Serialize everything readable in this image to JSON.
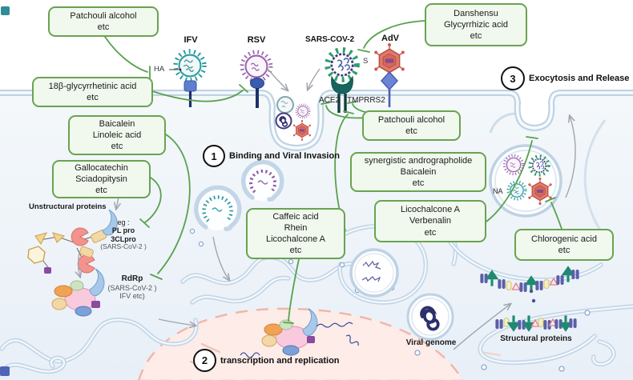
{
  "figure": {
    "description": "Viral life cycle diagram with natural-compound inhibitors"
  },
  "colors": {
    "inhibitor_green": "#58a14e",
    "box_border": "#69a351",
    "box_fill": "#f1f8ee",
    "membrane": "#bfd3e4",
    "cytoplasm": "#edf3f9",
    "nucleus_fill": "#fdece8",
    "nucleus_border": "#f1b5a7",
    "ifv_teal": "#2a9aa0",
    "rsv_purple": "#9a64ad",
    "sars_spike_green": "#2f9e6c",
    "sars_ring_navy": "#413c7c",
    "adv_red": "#e07a6d"
  },
  "compound_boxes": [
    {
      "name": "patchouli-top",
      "text": "Patchouli alcohol\netc"
    },
    {
      "name": "glycyrrhetinic",
      "text": "18β-glycyrrhetinic acid\netc"
    },
    {
      "name": "baicalein-linoleic",
      "text": "Baicalein\nLinoleic acid\netc"
    },
    {
      "name": "gallocatechin",
      "text": "Gallocatechin\nSciadopitysin\netc"
    },
    {
      "name": "danshensu",
      "text": "Danshensu\nGlycyrrhizic acid\netc"
    },
    {
      "name": "patchouli-mid",
      "text": "Patchouli alcohol\netc"
    },
    {
      "name": "synergistic",
      "text": "synergistic andrographolide\nBaicalein\netc"
    },
    {
      "name": "caffeic",
      "text": "Caffeic acid\nRhein\nLicochalcone A\netc"
    },
    {
      "name": "licochalcone",
      "text": "Licochalcone A\nVerbenalin\netc"
    },
    {
      "name": "chlorogenic",
      "text": "Chlorogenic acid\netc"
    }
  ],
  "viruses": {
    "ifv": "IFV",
    "rsv": "RSV",
    "sars": "SARS-COV-2",
    "adv": "AdV"
  },
  "receptors": {
    "ha": "HA",
    "s": "S",
    "ace2": "ACE2",
    "tmprrs2": "TMPRRS2",
    "na": "NA"
  },
  "steps": [
    {
      "num": "1",
      "label": "Binding and Viral Invasion"
    },
    {
      "num": "2",
      "label": "transcription and replication"
    },
    {
      "num": "3",
      "label": "Exocytosis and Release"
    }
  ],
  "annotations": {
    "unstructural": "Unstructural  proteins",
    "eg": "eg :",
    "plpro": "PL pro",
    "clpro": "3CLpro",
    "sars_paren1": "(SARS-CoV-2 )",
    "rdrp": "RdRp",
    "sars_paren2": "(SARS-CoV-2 )",
    "ifv_etc": "IFV etc)",
    "viral_genome": "Viral genome",
    "structural": "Structural  proteins"
  }
}
